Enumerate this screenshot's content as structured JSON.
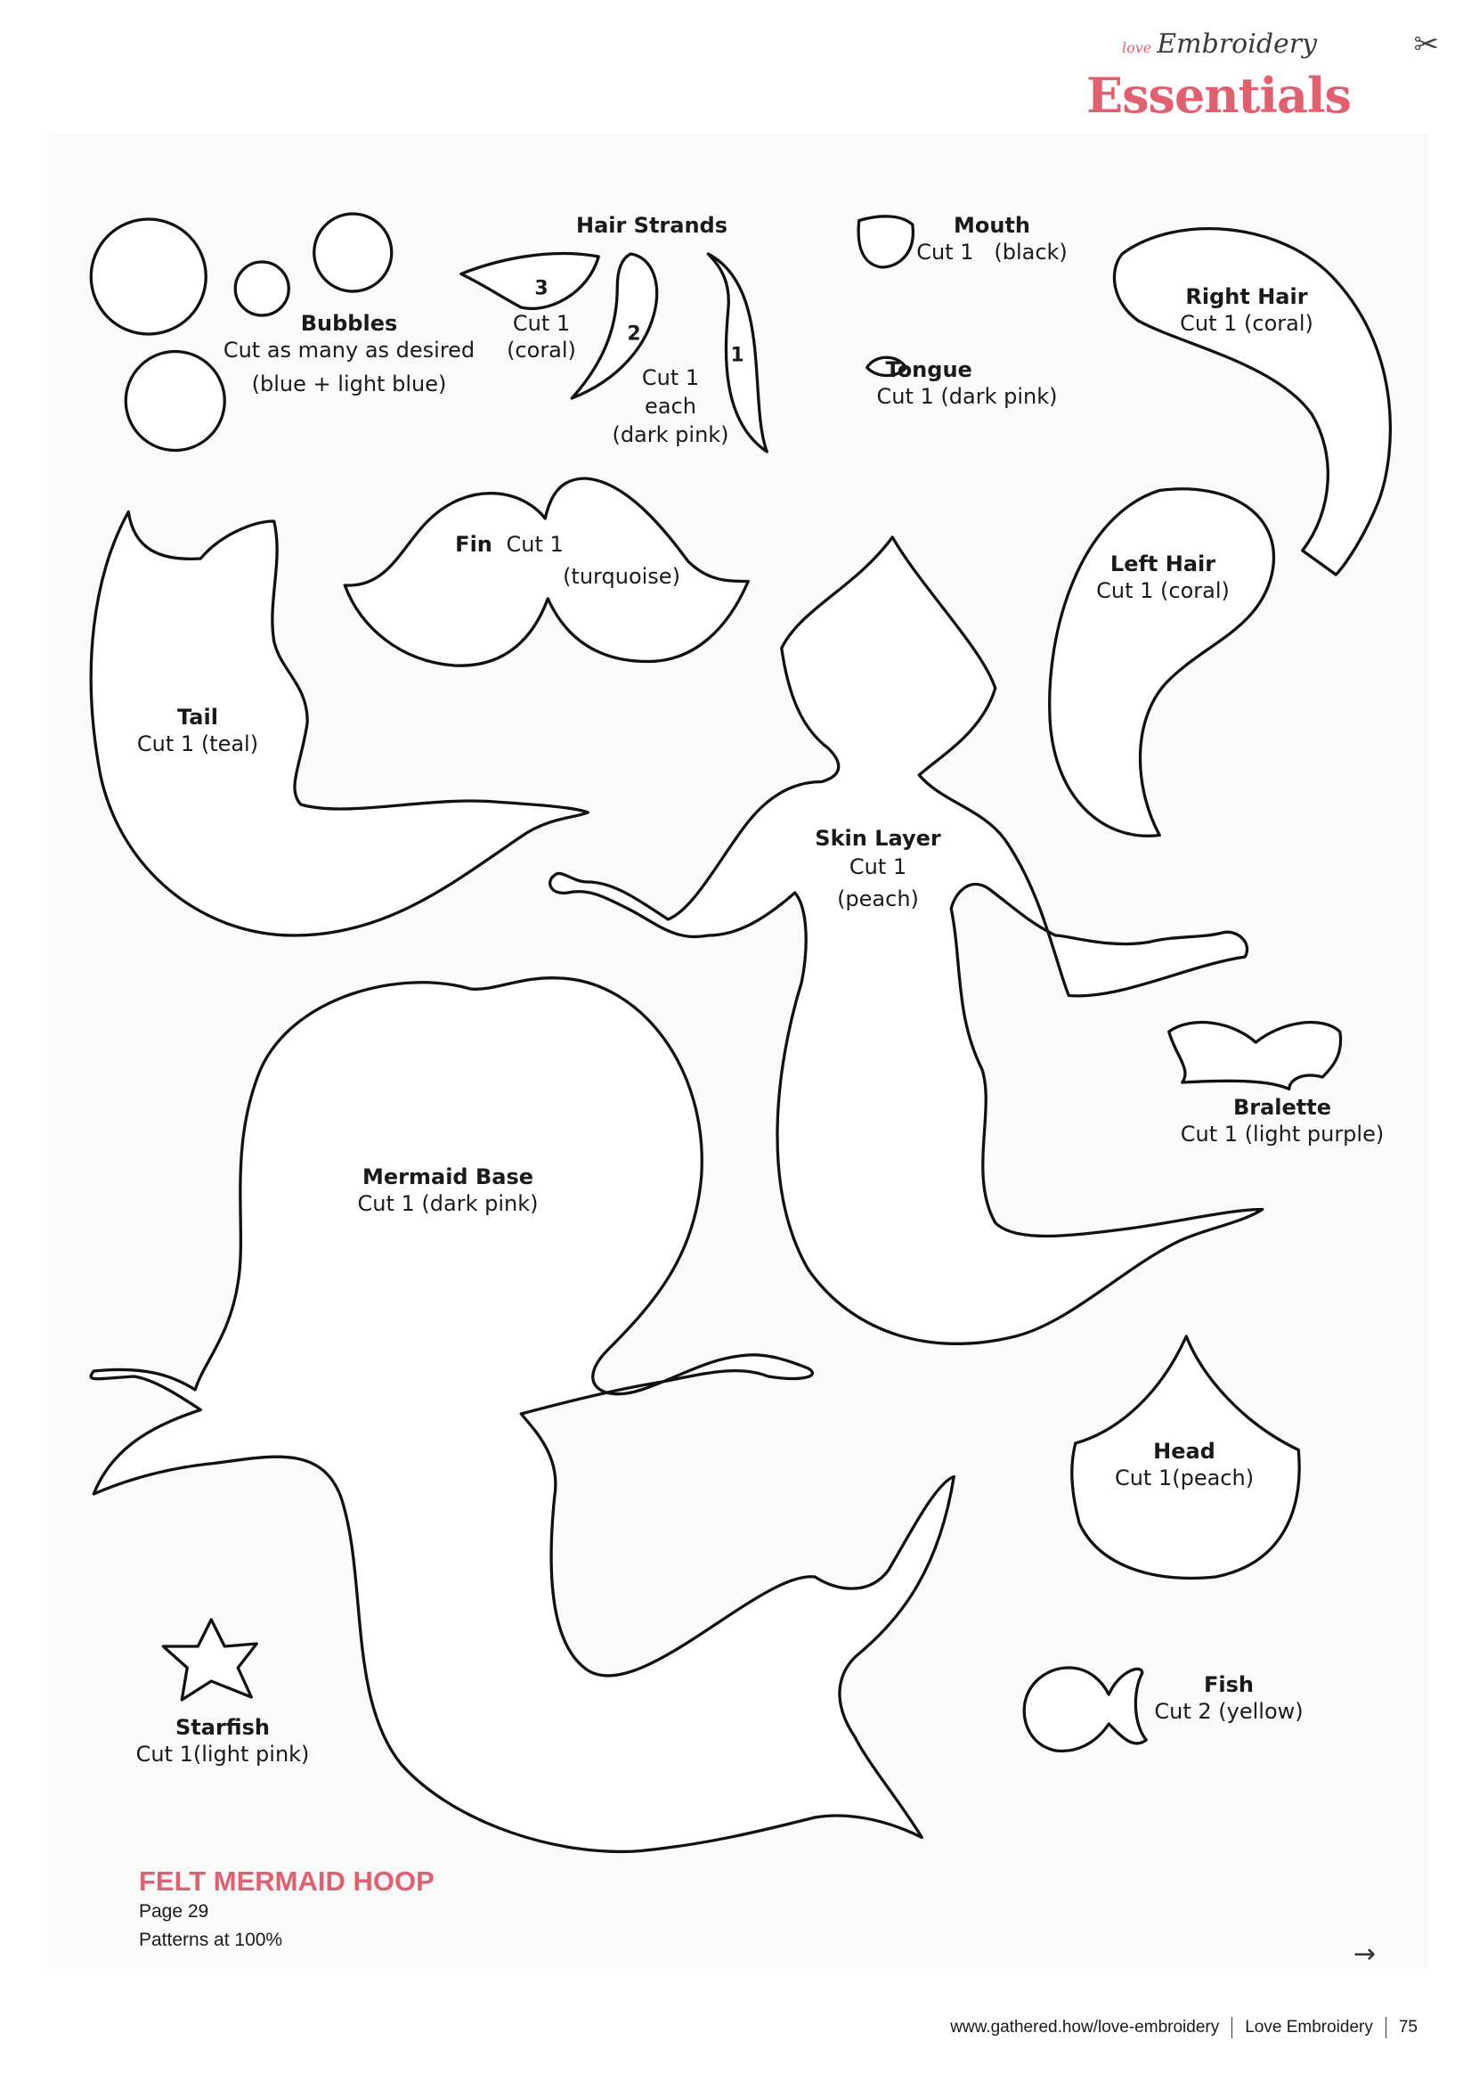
{
  "logo": {
    "love": "love",
    "script": "Embroidery",
    "main": "Essentials"
  },
  "pieces": {
    "bubbles": {
      "name": "Bubbles",
      "lines": [
        "Cut as many as desired",
        "(blue + light blue)"
      ]
    },
    "hair_strands": {
      "name": "Hair Strands",
      "numbers": [
        "3",
        "2",
        "1"
      ],
      "cut_a": [
        "Cut 1",
        "(coral)"
      ],
      "cut_b": [
        "Cut 1",
        "each",
        "(dark pink)"
      ]
    },
    "mouth": {
      "name": "Mouth",
      "cut": "Cut 1   (black)"
    },
    "tongue": {
      "name": "Tongue",
      "cut": "Cut 1 (dark pink)"
    },
    "right_hair": {
      "name": "Right Hair",
      "cut": "Cut 1 (coral)"
    },
    "left_hair": {
      "name": "Left Hair",
      "cut": "Cut 1 (coral)"
    },
    "fin": {
      "name": "Fin",
      "cut": "Cut 1",
      "color": "(turquoise)"
    },
    "tail": {
      "name": "Tail",
      "cut": "Cut 1 (teal)"
    },
    "skin_layer": {
      "name": "Skin Layer",
      "cut": "Cut 1",
      "color": "(peach)"
    },
    "bralette": {
      "name": "Bralette",
      "cut": "Cut 1 (light purple)"
    },
    "mermaid_base": {
      "name": "Mermaid Base",
      "cut": "Cut 1 (dark pink)"
    },
    "head": {
      "name": "Head",
      "cut": "Cut 1(peach)"
    },
    "fish": {
      "name": "Fish",
      "cut": "Cut 2 (yellow)"
    },
    "starfish": {
      "name": "Starfish",
      "cut": "Cut 1(light pink)"
    }
  },
  "info": {
    "title": "FELT MERMAID HOOP",
    "page": "Page 29",
    "scale": "Patterns at 100%",
    "arrow_icon": "arrow-right-icon"
  },
  "footer": {
    "url": "www.gathered.how/love-embroidery",
    "magazine": "Love Embroidery",
    "page_number": "75"
  },
  "colors": {
    "accent": "#e0606f"
  }
}
